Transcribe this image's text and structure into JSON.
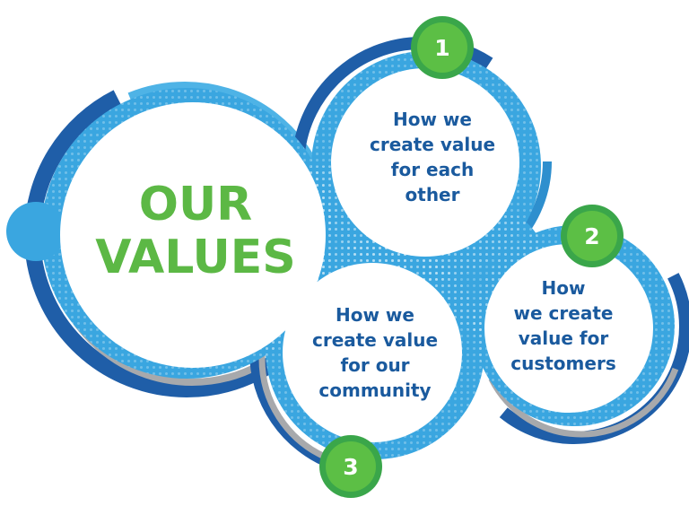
{
  "colors": {
    "dark_blue": "#1f5ea8",
    "mid_blue": "#2e8fce",
    "light_blue": "#4eb3e6",
    "accent_blue": "#3aa6e0",
    "grey_ring": "#a7a9ac",
    "green": "#5cbf45",
    "green_ring": "#3aa64a",
    "text_blue": "#1a5a9e",
    "title_green": "#5cb845",
    "white": "#ffffff"
  },
  "title": {
    "line1": "OUR",
    "line2": "VALUES"
  },
  "values": [
    {
      "number": "1",
      "lines": [
        "How we",
        "create value",
        "for each",
        "other"
      ]
    },
    {
      "number": "2",
      "lines": [
        "How",
        "we create",
        "value for",
        "customers"
      ]
    },
    {
      "number": "3",
      "lines": [
        "How we",
        "create value",
        "for our",
        "community"
      ]
    }
  ]
}
